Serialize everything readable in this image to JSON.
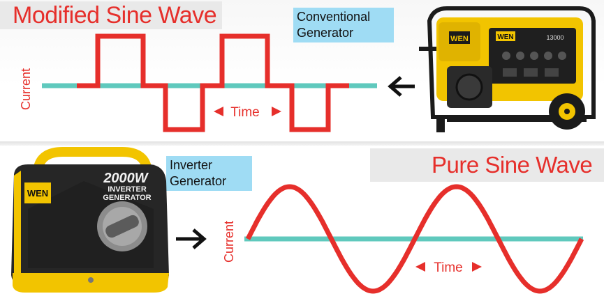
{
  "top_panel": {
    "title": "Modified Sine Wave",
    "source_label": "Conventional\nGenerator",
    "y_axis_label": "Current",
    "x_axis_label": "Time",
    "generator_badge": "WEN",
    "generator_model": "13000"
  },
  "bottom_panel": {
    "title": "Pure Sine Wave",
    "source_label": "Inverter\nGenerator",
    "y_axis_label": "Current",
    "x_axis_label": "Time",
    "generator_badge": "WEN",
    "generator_model": "2000W",
    "generator_type_line1": "INVERTER",
    "generator_type_line2": "GENERATOR"
  },
  "colors": {
    "wave": "#e62f2b",
    "baseline": "#5fc9bd",
    "heading_text": "#e62f2b",
    "tag_bg": "#9fdcf4",
    "brand_yellow": "#f2c400"
  },
  "icons": [
    "left-arrow-icon",
    "right-arrow-icon",
    "conventional-generator-image",
    "inverter-generator-image"
  ]
}
